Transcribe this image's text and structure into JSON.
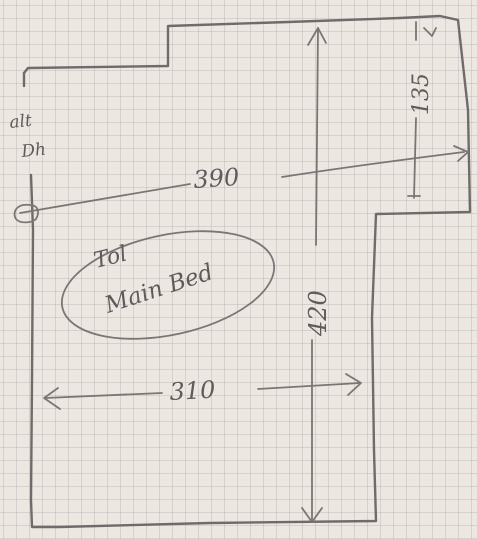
{
  "sketch": {
    "room_label_line1": "Tol",
    "room_label_line2": "Main Bed",
    "side_note_line1": "alt",
    "side_note_line2": "Dh",
    "top_width": "390",
    "bottom_width": "310",
    "height": "420",
    "alcove_depth": "135",
    "pencil_color": "#6f6b6a",
    "paper_color": "#ede7e1"
  }
}
